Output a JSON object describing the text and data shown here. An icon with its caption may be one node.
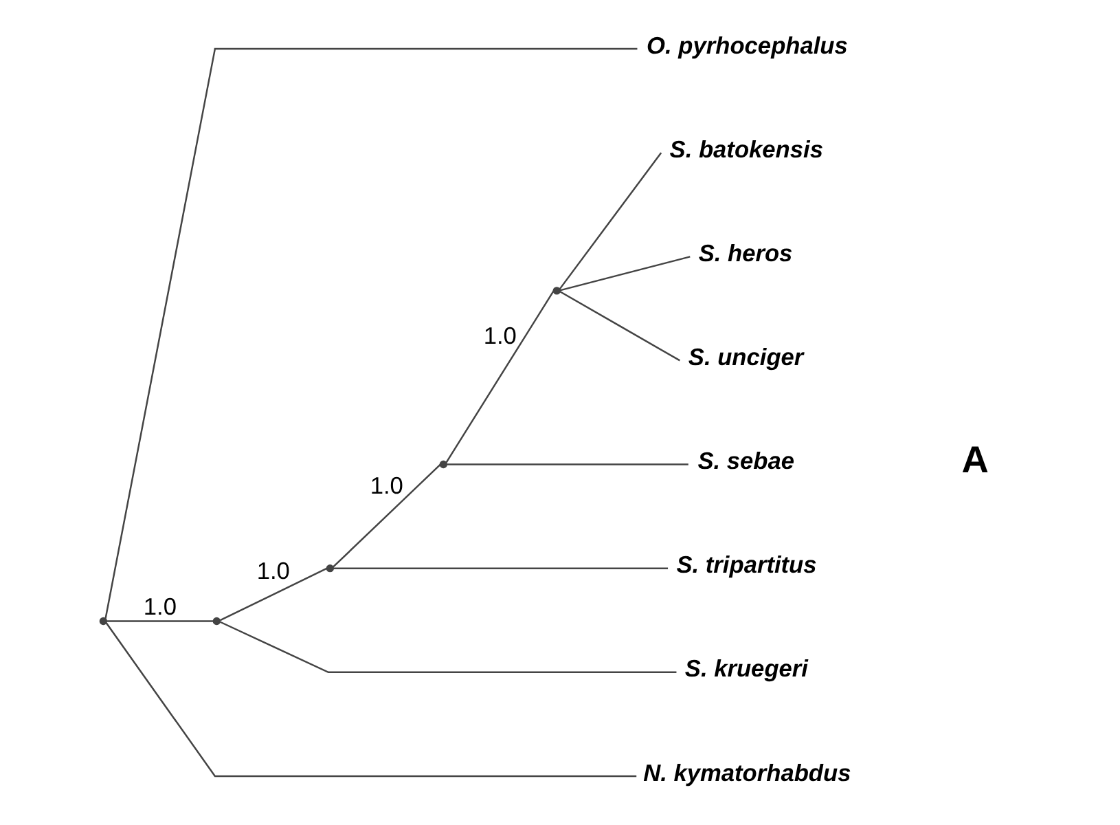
{
  "diagram": {
    "nodes": [
      {
        "text": [
          "O. pyrhocephalus"
        ]
      },
      {
        "text": [
          "S. batokensis"
        ]
      },
      {
        "text": [
          "S. heros"
        ]
      },
      {
        "text": [
          "S. unciger"
        ]
      },
      {
        "text": [
          "S. sebae"
        ]
      },
      {
        "text": [
          "S. tripartitus"
        ]
      },
      {
        "text": [
          "S. kruegeri"
        ]
      },
      {
        "text": [
          "N. kymatorhabdus"
        ]
      },
      {
        "text": [],
        "shape": "point"
      },
      {
        "text": [],
        "shape": "point"
      },
      {
        "text": [],
        "shape": "point"
      },
      {
        "text": [],
        "shape": "point"
      },
      {
        "text": [],
        "shape": "point"
      }
    ],
    "edges": [
      {
        "from": 8,
        "to": 0,
        "arrow": "none"
      },
      {
        "from": 8,
        "to": 9,
        "arrow": "none",
        "label": "1.0"
      },
      {
        "from": 9,
        "to": 10,
        "arrow": "none",
        "label": "1.0"
      },
      {
        "from": 10,
        "to": 11,
        "arrow": "none",
        "label": "1.0"
      },
      {
        "from": 11,
        "to": 12,
        "arrow": "none",
        "label": "1.0"
      },
      {
        "from": 12,
        "to": 1,
        "arrow": "none"
      },
      {
        "from": 12,
        "to": 2,
        "arrow": "none"
      },
      {
        "from": 12,
        "to": 3,
        "arrow": "none"
      },
      {
        "from": 11,
        "to": 4,
        "arrow": "none"
      },
      {
        "from": 10,
        "to": 5,
        "arrow": "none"
      },
      {
        "from": 9,
        "to": 6,
        "arrow": "none"
      },
      {
        "from": 8,
        "to": 7,
        "arrow": "none"
      }
    ],
    "labels": [
      "A"
    ]
  }
}
